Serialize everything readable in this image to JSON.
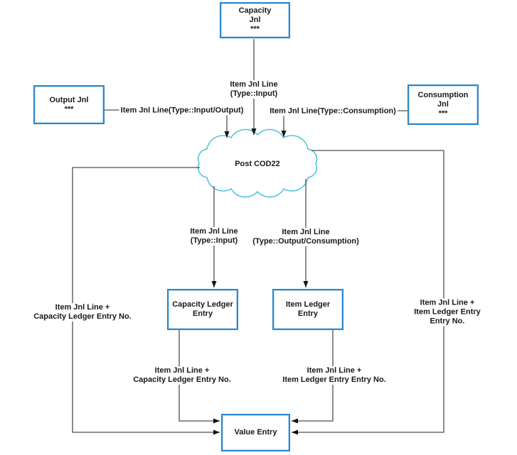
{
  "diagram": {
    "colors": {
      "box_border": "#2e86c8",
      "cloud_border": "#49c3d8",
      "connector": "#4f4f4f",
      "arrowhead": "#111111"
    },
    "nodes": {
      "capacity_jnl": {
        "label": "Capacity\nJnl\n***"
      },
      "output_jnl": {
        "label": "Output Jnl\n***"
      },
      "consumption_jnl": {
        "label": "Consumption\nJnl\n***"
      },
      "post_cod22": {
        "label": "Post COD22"
      },
      "capacity_ledger_entry": {
        "label": "Capacity Ledger\nEntry"
      },
      "item_ledger_entry": {
        "label": "Item Ledger\nEntry"
      },
      "value_entry": {
        "label": "Value Entry"
      }
    },
    "edge_labels": {
      "capacity_to_cloud": "Item Jnl Line\n(Type::Input)",
      "output_to_cloud": "Item Jnl Line(Type::Input/Output)",
      "consumption_to_cloud": "Item Jnl Line(Type::Consumption)",
      "cloud_to_capacity_ledger": "Item Jnl Line\n(Type::Input)",
      "cloud_to_item_ledger": "Item Jnl Line\n(Type::Output/Consumption)",
      "outer_left": "Item Jnl Line +\nCapacity Ledger Entry No.",
      "outer_right": "Item Jnl Line +\nItem Ledger Entry Entry No.",
      "capacity_ledger_to_value": "Item Jnl Line +\nCapacity Ledger Entry No.",
      "item_ledger_to_value": "Item Jnl Line +\nItem Ledger Entry Entry No."
    }
  }
}
